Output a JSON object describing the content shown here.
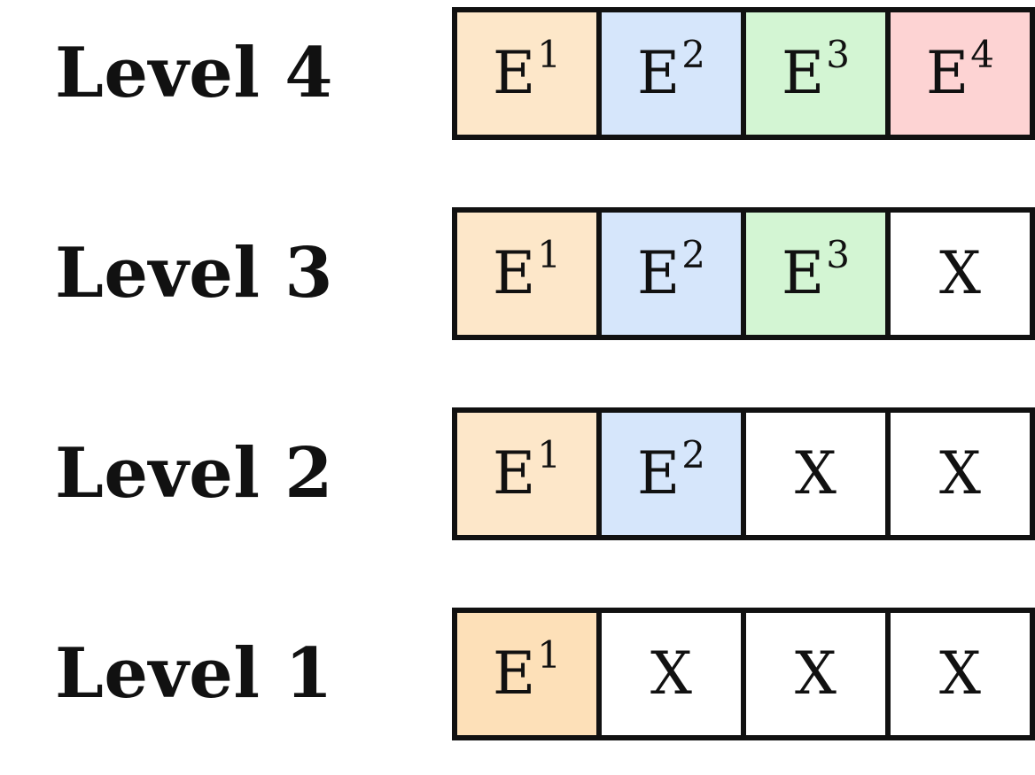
{
  "colors": {
    "E1": "#fde7c9",
    "E1_level1": "#fde0b8",
    "E2": "#d6e6fb",
    "E3": "#d3f5d3",
    "E4": "#fdd3d3",
    "empty": "#ffffff",
    "border": "#111111"
  },
  "levels": [
    {
      "label": "Level 4",
      "cells": [
        {
          "base": "E",
          "sup": "1",
          "color_key": "E1"
        },
        {
          "base": "E",
          "sup": "2",
          "color_key": "E2"
        },
        {
          "base": "E",
          "sup": "3",
          "color_key": "E3"
        },
        {
          "base": "E",
          "sup": "4",
          "color_key": "E4"
        }
      ]
    },
    {
      "label": "Level 3",
      "cells": [
        {
          "base": "E",
          "sup": "1",
          "color_key": "E1"
        },
        {
          "base": "E",
          "sup": "2",
          "color_key": "E2"
        },
        {
          "base": "E",
          "sup": "3",
          "color_key": "E3"
        },
        {
          "base": "X",
          "sup": "",
          "color_key": "empty"
        }
      ]
    },
    {
      "label": "Level 2",
      "cells": [
        {
          "base": "E",
          "sup": "1",
          "color_key": "E1"
        },
        {
          "base": "E",
          "sup": "2",
          "color_key": "E2"
        },
        {
          "base": "X",
          "sup": "",
          "color_key": "empty"
        },
        {
          "base": "X",
          "sup": "",
          "color_key": "empty"
        }
      ]
    },
    {
      "label": "Level 1",
      "cells": [
        {
          "base": "E",
          "sup": "1",
          "color_key": "E1_level1"
        },
        {
          "base": "X",
          "sup": "",
          "color_key": "empty"
        },
        {
          "base": "X",
          "sup": "",
          "color_key": "empty"
        },
        {
          "base": "X",
          "sup": "",
          "color_key": "empty"
        }
      ]
    }
  ]
}
